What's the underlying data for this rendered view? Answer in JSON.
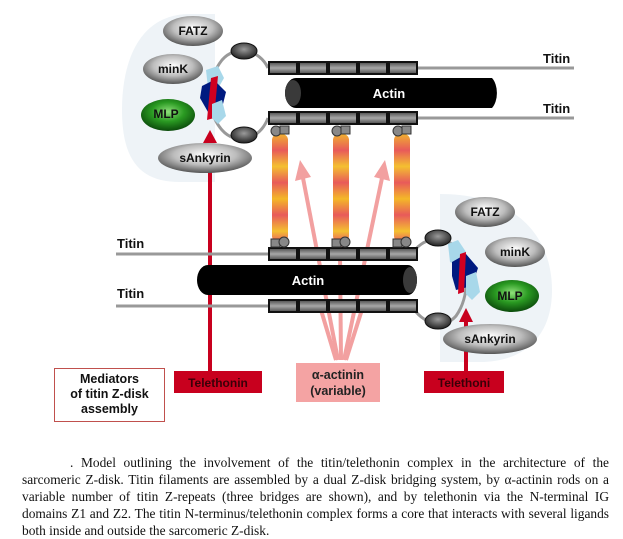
{
  "diagram": {
    "title": "Titin/telethonin complex in the sarcomeric Z-disk",
    "upper": {
      "actin_label": "Actin",
      "titin_labels": [
        "Titin",
        "Titin"
      ],
      "ligands": [
        {
          "label": "FATZ",
          "color": "gray"
        },
        {
          "label": "minK",
          "color": "gray"
        },
        {
          "label": "MLP",
          "color": "green"
        },
        {
          "label": "sAnkyrin",
          "color": "gray"
        }
      ]
    },
    "lower": {
      "actin_label": "Actin",
      "titin_labels": [
        "Titin",
        "Titin"
      ],
      "ligands": [
        {
          "label": "FATZ",
          "color": "gray"
        },
        {
          "label": "minK",
          "color": "gray"
        },
        {
          "label": "MLP",
          "color": "green"
        },
        {
          "label": "sAnkyrin",
          "color": "gray"
        }
      ]
    },
    "alpha_actinin_rods": 3,
    "boxes": {
      "mediators": [
        "Mediators",
        "of titin Z-disk",
        "assembly"
      ],
      "telethonin_left": "Telethonin",
      "telethonin_right": "Telethoni",
      "alpha_actinin": [
        "α-actinin",
        "(variable)"
      ]
    },
    "colors": {
      "telethonin_red": "#c8001e",
      "alpha_actinin_pink": "#f4a3a3",
      "arrow_pink": "#f2a0a0",
      "actin_black": "#000000",
      "titin_gray": "#999999",
      "mlp_green": "#1f8f1f",
      "halo": "#eef3f7"
    }
  },
  "caption": {
    "text": ". Model outlining the involvement of the titin/telethonin complex in the architecture of the sarcomeric Z-disk. Titin filaments are assembled by a dual Z-disk bridging system, by α-actinin rods on a variable number of titin Z-repeats (three bridges are shown), and by telethonin via the N-terminal IG domains Z1 and Z2. The titin N-terminus/telethonin complex forms a core that interacts with several ligands both inside and outside the sarcomeric Z-disk."
  }
}
